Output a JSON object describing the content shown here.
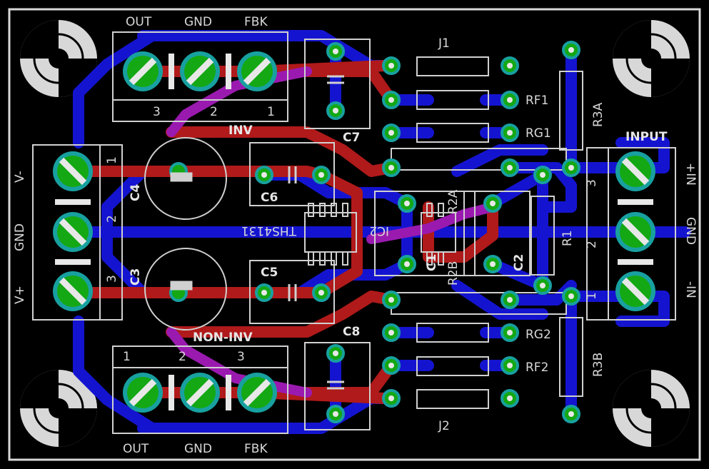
{
  "colors": {
    "board": "#000000",
    "bottom_copper": "#1414d0",
    "top_copper": "#b01a1a",
    "overlap": "#9a1ab0",
    "pad": "#14a814",
    "pad_ring": "#18a0a0",
    "drill": "#e8e8e8",
    "silk": "#d0d0d0",
    "outline": "#d8d8d8"
  },
  "connectors": {
    "top": {
      "pins": [
        "OUT",
        "GND",
        "FBK"
      ],
      "numbers": [
        "3",
        "2",
        "1"
      ],
      "net": "INV"
    },
    "bottom": {
      "pins": [
        "OUT",
        "GND",
        "FBK"
      ],
      "numbers": [
        "1",
        "2",
        "3"
      ],
      "net": "NON-INV"
    },
    "left": {
      "pins": [
        "V-",
        "GND",
        "V+"
      ],
      "numbers": [
        "1",
        "2",
        "3"
      ]
    },
    "right": {
      "title": "INPUT",
      "pins": [
        "+IN",
        "GND",
        "-IN"
      ],
      "numbers": [
        "3",
        "2",
        "1"
      ]
    }
  },
  "components": {
    "c4": "C4",
    "c3": "C3",
    "c6": "C6",
    "c5": "C5",
    "c7": "C7",
    "c8": "C8",
    "c1": "C1",
    "c2": "C2",
    "ic": "THS4131",
    "ic2": "IC2",
    "r1": "R1",
    "r2a": "R2A",
    "r2b": "R2B",
    "r3a": "R3A",
    "r3b": "R3B",
    "j1": "J1",
    "j2": "J2",
    "rf1": "RF1",
    "rg1": "RG1",
    "rg2": "RG2",
    "rf2": "RF2"
  }
}
